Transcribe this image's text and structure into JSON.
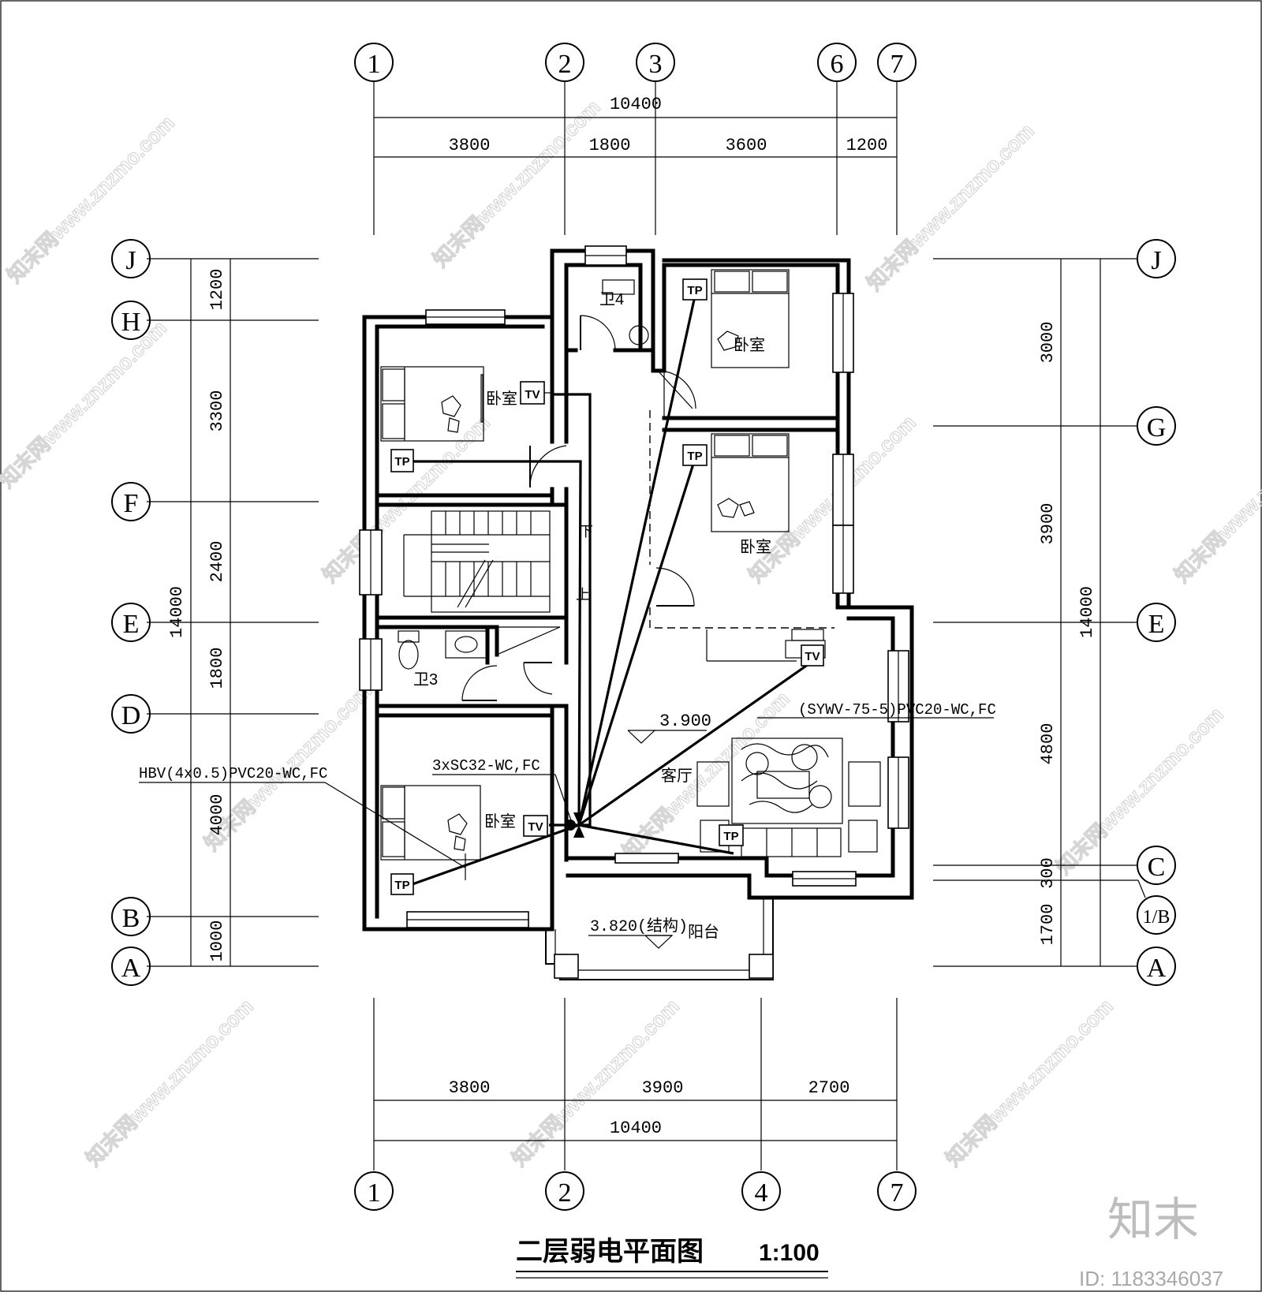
{
  "title": "二层弱电平面图",
  "scale": "1:100",
  "axes": {
    "top": [
      "1",
      "2",
      "3",
      "6",
      "7"
    ],
    "bottom": [
      "1",
      "2",
      "4",
      "7"
    ],
    "left": [
      "J",
      "H",
      "F",
      "E",
      "D",
      "B",
      "A"
    ],
    "right": [
      "J",
      "G",
      "E",
      "C",
      "1/B",
      "A"
    ]
  },
  "dims": {
    "top_total": "10400",
    "top_segments": [
      "3800",
      "1800",
      "3600",
      "1200"
    ],
    "bottom_total": "10400",
    "bottom_segments": [
      "3800",
      "3900",
      "2700"
    ],
    "left_total": "14000",
    "left_segments": [
      "1200",
      "3300",
      "2400",
      "1800",
      "4000",
      "1000"
    ],
    "right_total": "14000",
    "right_segments": [
      "3000",
      "3900",
      "4800",
      "300",
      "1700"
    ]
  },
  "rooms": {
    "bath4": "卫4",
    "bedroom_ne1": "卧室",
    "bedroom_ne2": "卧室",
    "bedroom_nw": "卧室",
    "bath3": "卫3",
    "bedroom_sw": "卧室",
    "living": "客厅",
    "balcony": "阳台"
  },
  "stairs": {
    "down": "下",
    "up": "上"
  },
  "levels": {
    "floor": "3.900",
    "balcony": "3.820(结构)"
  },
  "devices": {
    "tp": "TP",
    "tv": "TV"
  },
  "cables": {
    "hbv": "HBV(4x0.5)PVC20-WC,FC",
    "sc": "3xSC32-WC,FC",
    "sywv": "(SYWV-75-5)PVC20-WC,FC"
  },
  "watermark": {
    "site": "知末网www.znzmo.com",
    "logo": "知末",
    "id": "ID: 1183346037"
  }
}
